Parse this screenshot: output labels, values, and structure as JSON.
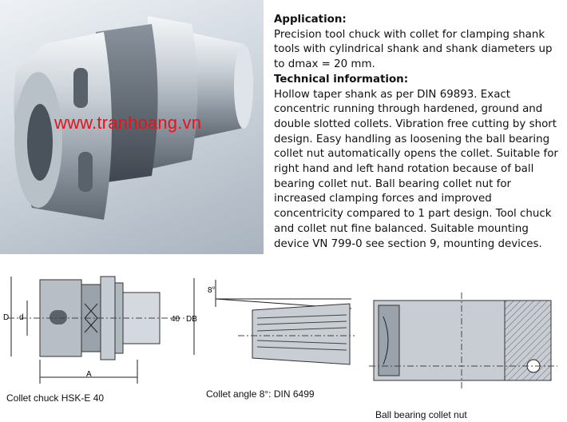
{
  "watermark": "www.tranhoang.vn",
  "application": {
    "heading": "Application:",
    "body": "Precision tool chuck with collet for clamping shank tools with cylindrical shank and shank diameters up to dmax = 20 mm."
  },
  "technical": {
    "heading": "Technical information:",
    "body": "Hollow taper shank as per DIN 69893. Exact concentric running through hardened, ground and double slotted collets. Vibration free cutting by short design. Easy handling as loosening the ball bearing collet nut automatically opens the collet. Suitable for right hand and left hand rotation because of ball bearing collet nut. Ball bearing collet nut for increased clamping forces and improved concentricity compared to 1 part design. Tool chuck and collet nut fine balanced. Suitable mounting device VN 799-0 see section 9, mounting devices."
  },
  "drawing1": {
    "label_D": "D",
    "label_d": "d",
    "label_40": "40",
    "label_DB": "DB",
    "label_A": "A",
    "caption": "Collet chuck HSK-E 40"
  },
  "drawing2": {
    "label_angle": "8°",
    "caption": "Collet angle 8°: DIN 6499"
  },
  "drawing3": {
    "caption": "Ball bearing collet nut"
  }
}
